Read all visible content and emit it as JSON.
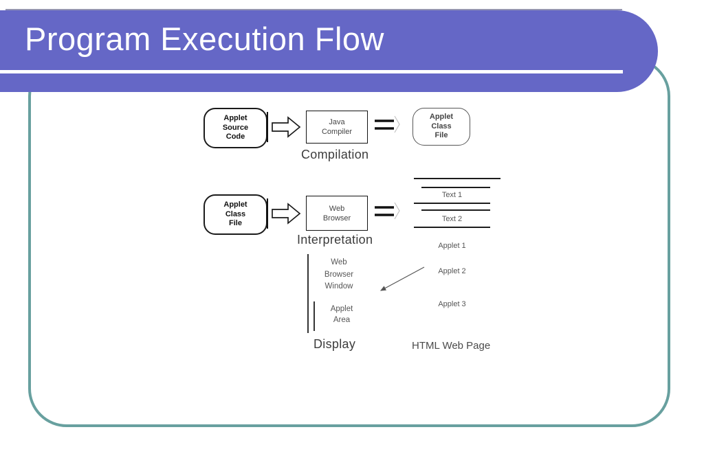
{
  "header": {
    "title": "Program Execution Flow"
  },
  "colors": {
    "banner": "#6567c6",
    "title_text": "#ffffff",
    "underline": "#ffffff",
    "top_line": "#9596b0",
    "frame": "#68a09f"
  },
  "diagram": {
    "compilation": {
      "source_box": {
        "line1": "Applet",
        "line2": "Source",
        "line3": "Code"
      },
      "compiler_box": {
        "line1": "Java",
        "line2": "Compiler"
      },
      "class_box": {
        "line1": "Applet",
        "line2": "Class",
        "line3": "File"
      },
      "label": "Compilation"
    },
    "interpretation": {
      "class_box": {
        "line1": "Applet",
        "line2": "Class",
        "line3": "File"
      },
      "browser_box": {
        "line1": "Web",
        "line2": "Browser"
      },
      "label": "Interpretation"
    },
    "webpage": {
      "text1": "Text 1",
      "text2": "Text 2",
      "applet1": "Applet 1",
      "applet2": "Applet 2",
      "applet3": "Applet 3",
      "caption": "HTML Web Page"
    },
    "display": {
      "window": {
        "line1": "Web",
        "line2": "Browser",
        "line3": "Window"
      },
      "area": {
        "line1": "Applet",
        "line2": "Area"
      },
      "label": "Display"
    }
  }
}
